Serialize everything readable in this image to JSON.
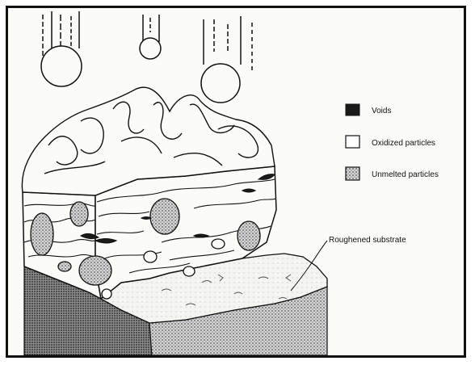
{
  "legend": {
    "voids": "Voids",
    "oxidized": "Oxidized particles",
    "unmelted": "Unmelted particles"
  },
  "callout": {
    "substrate": "Roughened substrate"
  },
  "colors": {
    "ink": "#111111",
    "paper": "#fbfbf8",
    "stipple": "#9a9a9a"
  }
}
